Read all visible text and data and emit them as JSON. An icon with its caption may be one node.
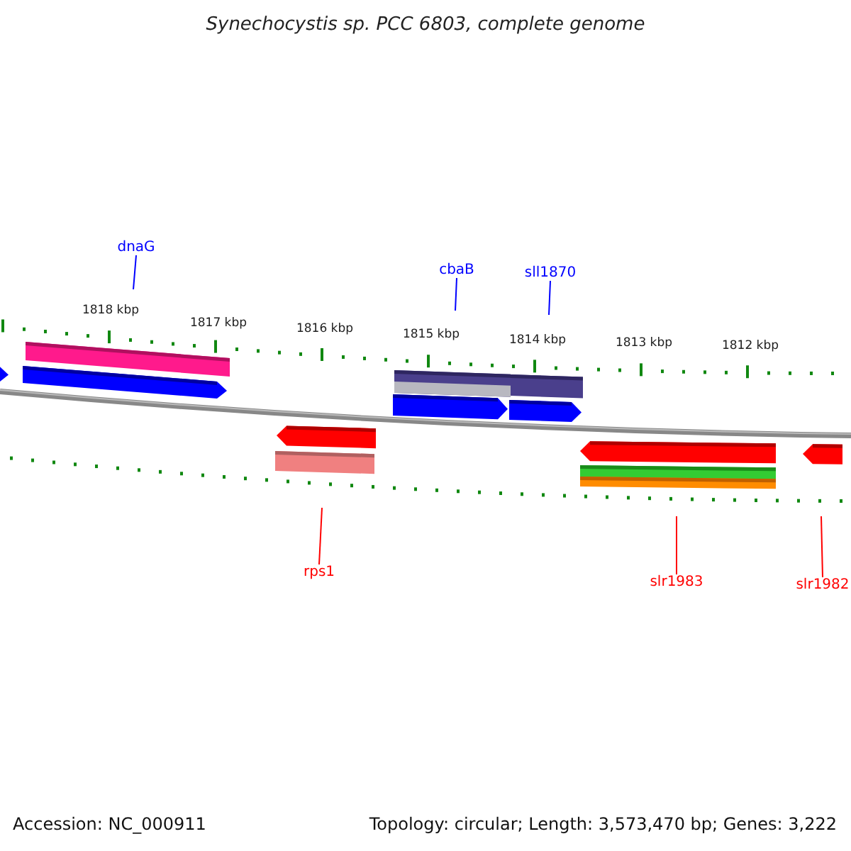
{
  "diagram": {
    "title": "Synechocystis sp. PCC 6803, complete genome",
    "nodes": [
      {
        "text": [
          "dnaG"
        ]
      },
      {
        "text": [
          "cbaB"
        ]
      },
      {
        "text": [
          "sll1870"
        ]
      },
      {
        "text": [
          "rps1"
        ]
      },
      {
        "text": [
          "slr1983"
        ]
      },
      {
        "text": [
          "slr1982"
        ]
      }
    ],
    "edges": [
      {
        "from": 0,
        "to": null,
        "arrow": "none",
        "color": "#0000ff"
      },
      {
        "from": 1,
        "to": null,
        "arrow": "none",
        "color": "#0000ff"
      },
      {
        "from": 2,
        "to": null,
        "arrow": "none",
        "color": "#0000ff"
      },
      {
        "from": 3,
        "to": null,
        "arrow": "none",
        "color": "#ff0000"
      },
      {
        "from": 4,
        "to": null,
        "arrow": "none",
        "color": "#ff0000"
      },
      {
        "from": 5,
        "to": null,
        "arrow": "none",
        "color": "#ff0000"
      }
    ],
    "labels": [
      "1818 kbp",
      "1817 kbp",
      "1816 kbp",
      "1815 kbp",
      "1814 kbp",
      "1813 kbp",
      "1812 kbp",
      "Accession: NC_000911",
      "Topology: circular; Length: 3,573,470 bp; Genes: 3,222"
    ]
  }
}
